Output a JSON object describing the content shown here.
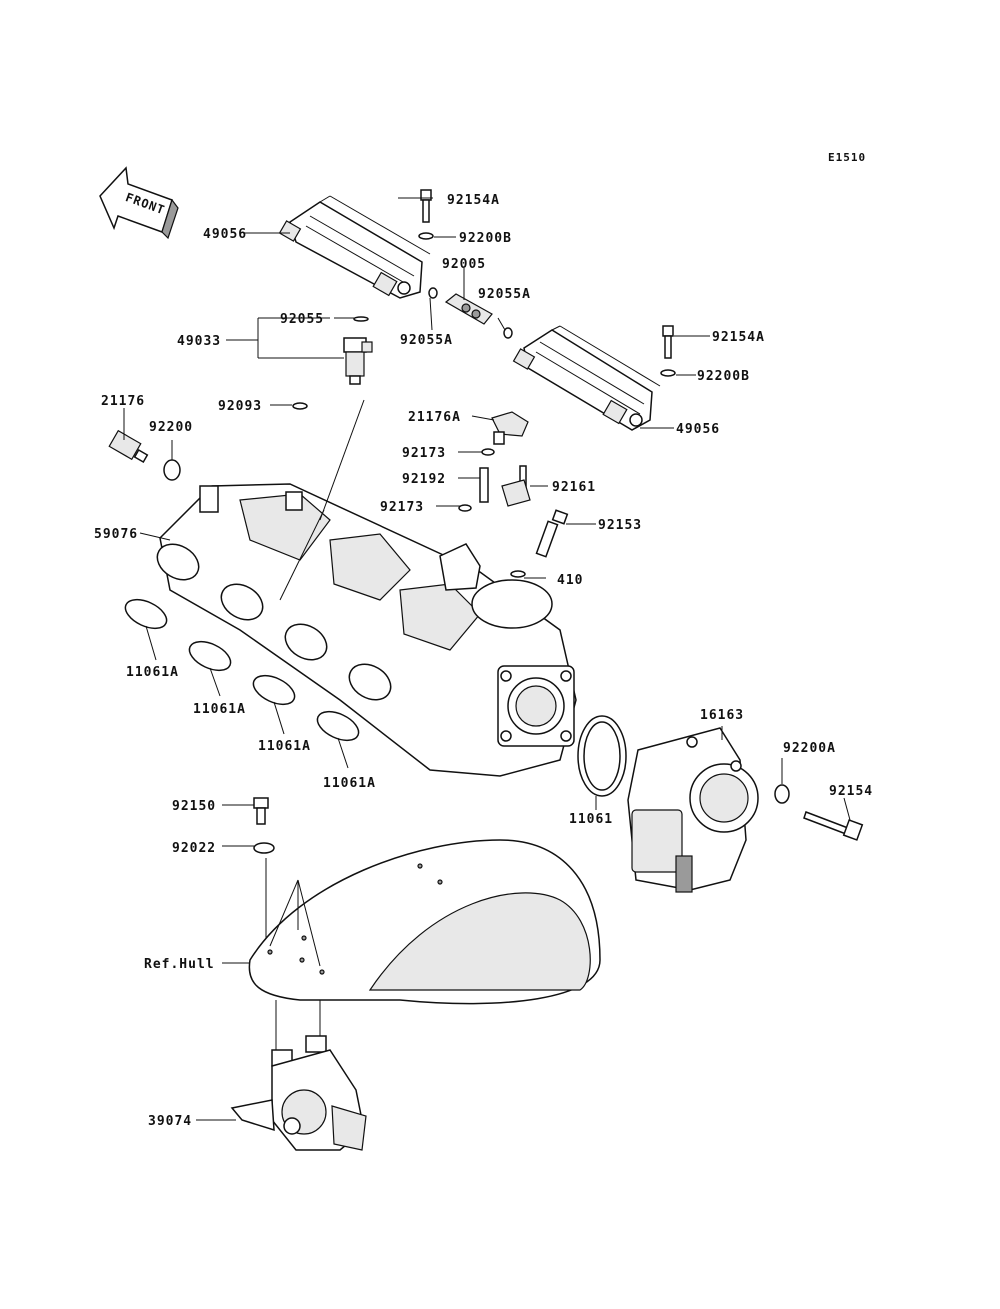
{
  "diagram_code": "E1510",
  "front_arrow_label": "FRONT",
  "callouts": {
    "p92154A_top": "92154A",
    "p92200B_top": "92200B",
    "p49056_left": "49056",
    "p92005": "92005",
    "p92055A_right": "92055A",
    "p92055A_left": "92055A",
    "p92055": "92055",
    "p49033": "49033",
    "p92154A_right": "92154A",
    "p92200B_right": "92200B",
    "p49056_right": "49056",
    "p92093": "92093",
    "p21176": "21176",
    "p92200": "92200",
    "p21176A": "21176A",
    "p92173_top": "92173",
    "p92192": "92192",
    "p92161": "92161",
    "p92173_bottom": "92173",
    "p92153": "92153",
    "p59076": "59076",
    "p410": "410",
    "p11061A_1": "11061A",
    "p11061A_2": "11061A",
    "p11061A_3": "11061A",
    "p11061A_4": "11061A",
    "p16163": "16163",
    "p92200A": "92200A",
    "p92154": "92154",
    "p11061": "11061",
    "p92150": "92150",
    "p92022": "92022",
    "ref_hull": "Ref.Hull",
    "p39074": "39074"
  }
}
